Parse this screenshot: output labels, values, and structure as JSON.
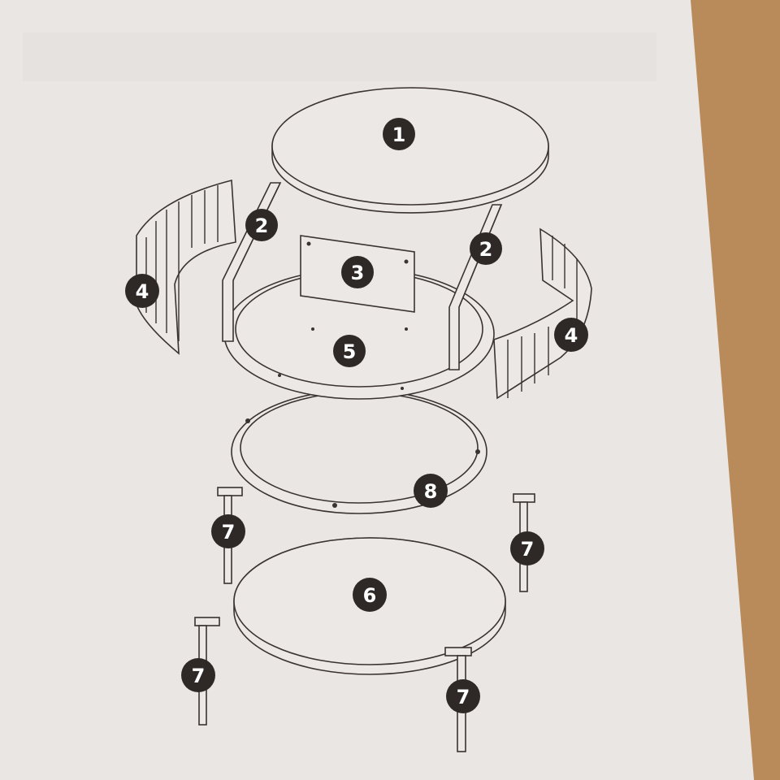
{
  "colors": {
    "paper": "#e9e6e4",
    "box": "#b98a5a",
    "ink": "#3a3330",
    "badge": "#2e2826",
    "badge_text": "#ffffff"
  },
  "parts": {
    "top_panel": {
      "number": "1"
    },
    "side_panel_left": {
      "number": "2"
    },
    "side_panel_right": {
      "number": "2"
    },
    "back_panel": {
      "number": "3"
    },
    "fluted_wrap_left": {
      "number": "4"
    },
    "fluted_wrap_right": {
      "number": "4"
    },
    "middle_shelf": {
      "number": "5"
    },
    "bottom_panel": {
      "number": "6"
    },
    "leg_back_left": {
      "number": "7"
    },
    "leg_back_right": {
      "number": "7"
    },
    "leg_front_left": {
      "number": "7"
    },
    "leg_front_right": {
      "number": "7"
    },
    "base_ring": {
      "number": "8"
    }
  }
}
